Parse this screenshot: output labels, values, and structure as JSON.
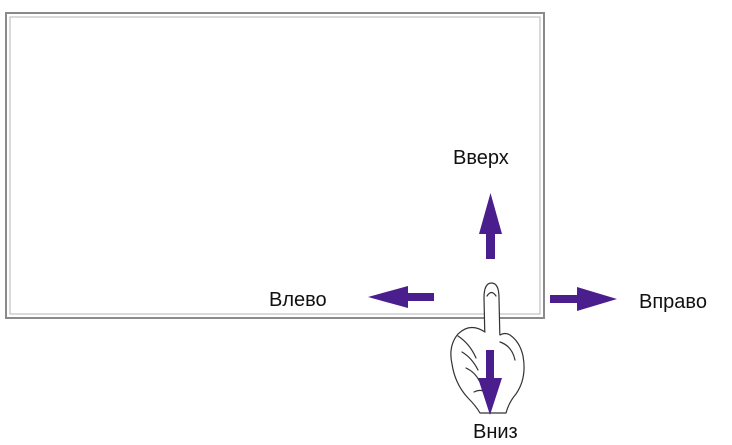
{
  "labels": {
    "up": "Вверх",
    "left": "Влево",
    "right": "Вправо",
    "down": "Вниз"
  },
  "colors": {
    "arrow": "#4a1e8c",
    "screen_frame": "#8a8a8a",
    "hand_outline": "#333333"
  },
  "icons": {
    "screen": "display-panel",
    "hand": "pointing-hand-icon"
  }
}
